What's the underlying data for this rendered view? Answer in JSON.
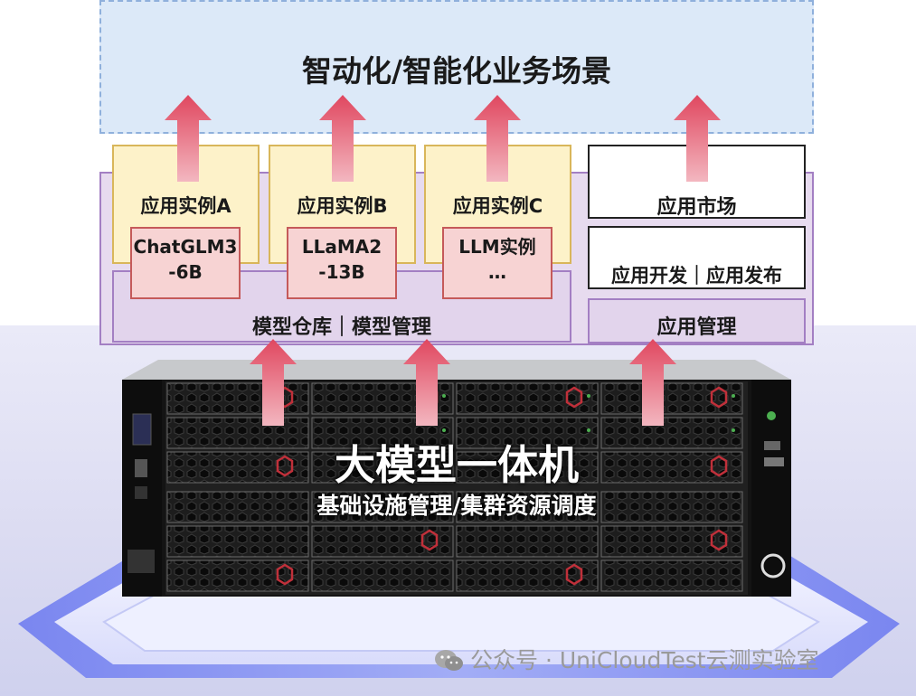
{
  "scenario": {
    "title": "智动化/智能化业务场景"
  },
  "apps": [
    {
      "label": "应用实例A",
      "model_line1": "ChatGLM3",
      "model_line2": "-6B"
    },
    {
      "label": "应用实例B",
      "model_line1": "LLaMA2",
      "model_line2": "-13B"
    },
    {
      "label": "应用实例C",
      "model_line1": "LLM实例",
      "model_line2": "…"
    }
  ],
  "model_bar": {
    "label": "模型仓库｜模型管理"
  },
  "app_market": {
    "label": "应用市场"
  },
  "app_dev": {
    "label": "应用开发｜应用发布"
  },
  "app_mgmt": {
    "label": "应用管理"
  },
  "server": {
    "title": "大模型一体机",
    "subtitle": "基础设施管理/集群资源调度"
  },
  "watermark": {
    "text": "公众号 · UniCloudTest云测实验室"
  },
  "colors": {
    "arrow": "#e0475f",
    "scenario_bg": "#dce9f8",
    "platform_border": "#a37fc3"
  }
}
